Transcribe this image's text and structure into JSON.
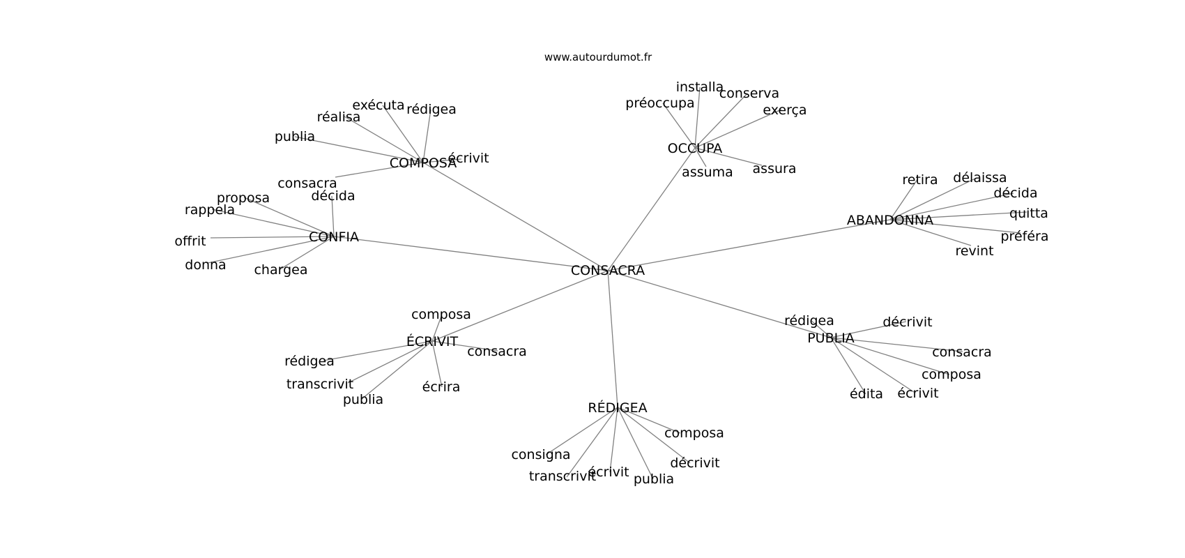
{
  "watermark": "www.autourdumot.fr",
  "colors": {
    "edge": "#808080",
    "text": "#000000",
    "background": "#ffffff"
  },
  "graph": {
    "center": "CONSACRA",
    "hubs": [
      {
        "id": "composa",
        "label": "COMPOSA",
        "children": [
          "exécuta",
          "rédigea",
          "réalisa",
          "publia",
          "écrivit",
          "consacra"
        ]
      },
      {
        "id": "occupa",
        "label": "OCCUPA",
        "children": [
          "installa",
          "conserva",
          "préoccupa",
          "exerça",
          "assuma",
          "assura"
        ]
      },
      {
        "id": "abandonna",
        "label": "ABANDONNA",
        "children": [
          "retira",
          "délaissa",
          "décida",
          "quitta",
          "préféra",
          "revint"
        ]
      },
      {
        "id": "confia",
        "label": "CONFIA",
        "children": [
          "proposa",
          "décida",
          "rappela",
          "offrit",
          "donna",
          "chargea"
        ]
      },
      {
        "id": "ecrivit",
        "label": "ÉCRIVIT",
        "children": [
          "composa",
          "consacra",
          "rédigea",
          "transcrivit",
          "publia",
          "écrira"
        ]
      },
      {
        "id": "publia",
        "label": "PUBLIA",
        "children": [
          "rédigea",
          "décrivit",
          "consacra",
          "composa",
          "écrivit",
          "édita"
        ]
      },
      {
        "id": "redigea",
        "label": "RÉDIGEA",
        "children": [
          "composa",
          "consigna",
          "décrivit",
          "transcrivit",
          "écrivit",
          "publia"
        ]
      }
    ]
  }
}
